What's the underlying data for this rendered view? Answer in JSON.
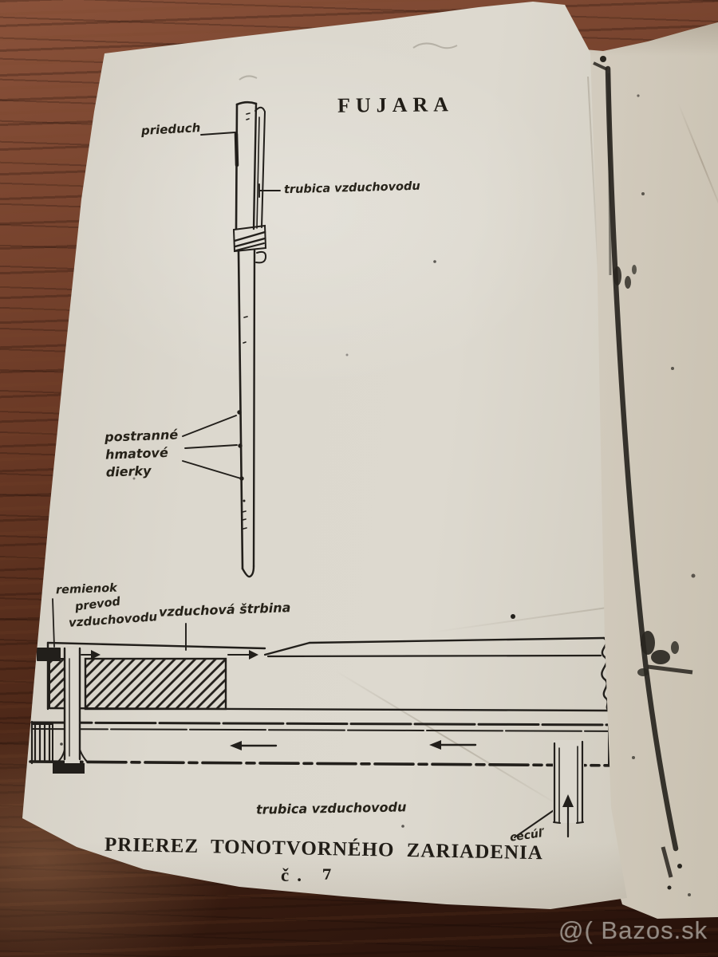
{
  "photo": {
    "watermark": "@( Bazos.sk"
  },
  "diagram": {
    "title": "FUJARA",
    "caption": "PRIEREZ TONOTVORNÉHO ZARIADENIA",
    "figure_number": "č. 7",
    "labels": {
      "prieduch": "prieduch",
      "trubica_vzduchovodu_top": "trubica vzduchovodu",
      "postranne": "postranné",
      "hmatove": "hmatové",
      "dierky": "dierky",
      "remienok": "remienok",
      "prevod": "prevod",
      "vzduchovodu": "vzduchovodu",
      "vzduchova_strbina": "vzduchová štrbina",
      "trubica_vzduchovodu_bottom": "trubica vzduchovodu",
      "cecul": "cecúľ"
    }
  },
  "colors": {
    "ink": "#221f1b",
    "paper": "#dad6cc",
    "wood_mid": "#6e4129",
    "wood_dark": "#26110a",
    "watermark_text": "#cac5be"
  }
}
